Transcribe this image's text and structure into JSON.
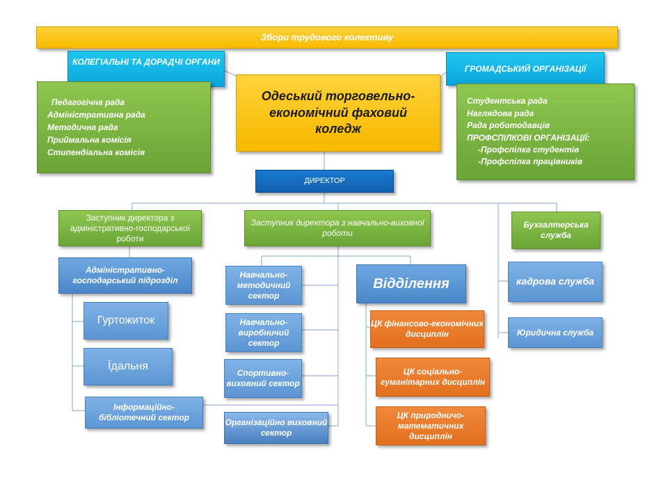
{
  "top_banner": "Збори трудового колективу",
  "collegial": {
    "title": "КОЛЕГІАЛЬНІ ТА ДОРАДЧІ ОРГАНИ",
    "items": [
      "Педагогічна рада",
      "Адміністративна рада",
      "Методична рада",
      "Приймальна комісія",
      "Стипендіальна комісія"
    ]
  },
  "college_name": "Одеський торговельно-економічний фаховий коледж",
  "public": {
    "title": "ГРОМАДСЬКИЙ ОРГАНІЗАЦІЇ",
    "items": [
      "Студентська рада",
      "Наглядова рада",
      "Рада роботодавців",
      "ПРОФСПІЛКОВІ ОРГАНІЗАЦІЇ:",
      "-Профспілка  студентів",
      "-Профспілка  працівників"
    ]
  },
  "director": "ДИРЕКТОР",
  "deputy_admin": "Заступник директора з адміністративно-господарської роботи",
  "deputy_edu": "Заступник директора з навчально-виховної роботи",
  "accounting": "Бухгалтерська служба",
  "hr": "кадрова служба",
  "legal": "Юридична  служба",
  "admin_unit": "Адміністративно-господарський підрозділ",
  "dormitory": "Гуртожиток",
  "canteen": "Їдальня",
  "library": "Інформаційно-бібліотечний сектор",
  "sectors": [
    "Навчально-методичний сектор",
    "Навчально-виробничий сектор",
    "Спортивно-виховний сектор"
  ],
  "org_sector": "Організаційно виховний  сектор",
  "departments": "Відділення",
  "ck": [
    "ЦК фінансово-економічних дисциплін",
    "ЦК соціально-гуманітарних дисциплін",
    "ЦК природничо-математичних дисциплін"
  ]
}
